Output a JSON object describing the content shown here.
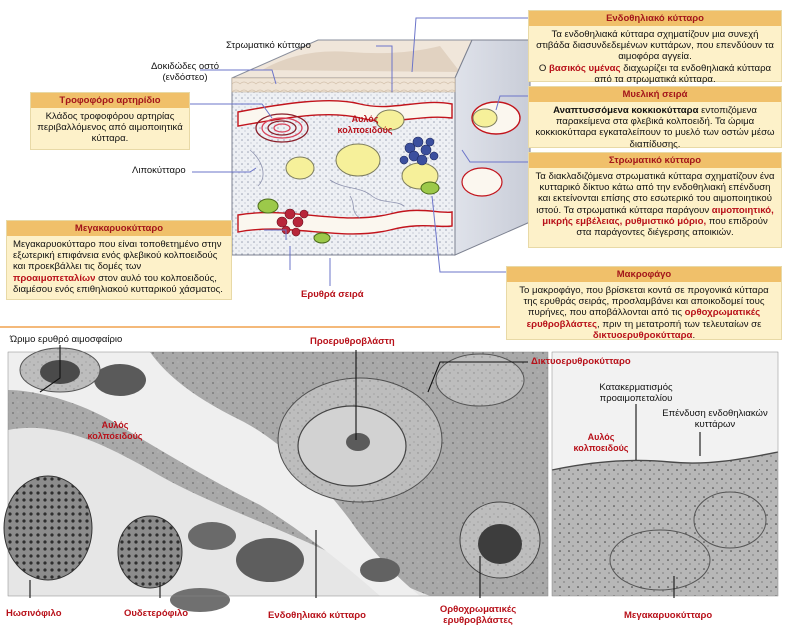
{
  "diagram": {
    "labels": {
      "trabecular_bone": [
        "Δοκιδώδες οστό",
        "(ενδόστεο)"
      ],
      "stromal_cell": "Στρωματικό κύτταρο",
      "lipocyte": "Λιποκύτταρο",
      "sinus_lumen": [
        "Αυλός",
        "κολποειδούς"
      ],
      "erythroid_series": "Ερυθρά σειρά"
    },
    "boxes": {
      "nutrient_arteriole": {
        "title": "Τροφοφόρο αρτηρίδιο",
        "body": "Κλάδος τροφοφόρου αρτηρίας περιβαλλόμενος από αιμοποιητικά κύτταρα."
      },
      "megakaryocyte": {
        "title": "Μεγακαρυοκύτταρο",
        "body_1": "Μεγακαρυοκύτταρο που είναι τοποθετημένο στην εξωτερική επιφάνεια ενός φλεβικού κολποειδούς και προεκβάλλει τις δομές των ",
        "hl_1": "προαιμοπεταλίων",
        "body_2": " στον αυλό του κολποειδούς, διαμέσου ενός επιθηλιακού κυτταρικού χάσματος."
      },
      "endothelial": {
        "title": "Ενδοθηλιακό κύτταρο",
        "body_1": "Τα ενδοθηλιακά κύτταρα σχηματίζουν μια συνεχή στιβάδα διασυνδεδεμένων κυττάρων, που επενδύουν τα αιμοφόρα αγγεία.",
        "body_2": "Ο ",
        "hl_1": "βασικός υμένας",
        "body_3": " διαχωρίζει τα ενδοθηλιακά κύτταρα από τα στρωματικά κύτταρα."
      },
      "myeloid": {
        "title": "Μυελική σειρά",
        "bold_1": "Αναπτυσσόμενα κοκκιοκύτταρα",
        "body_1": " εντοπιζόμενα παρακείμενα στα φλεβικά κολποειδή. Τα ώριμα κοκκιοκύτταρα εγκαταλείπουν το μυελό των οστών μέσω διαπίδυσης."
      },
      "stromal": {
        "title": "Στρωματικό κύτταρο",
        "body_1": "Τα διακλαδιζόμενα στρωματικά κύτταρα σχηματίζουν ένα κυτταρικό δίκτυο κάτω από την ενδοθηλιακή επένδυση και εκτείνονται επίσης στο εσωτερικό του αιμοποιητικού ιστού. Τα στρωματικά κύτταρα παράγουν ",
        "hl_1": "αιμοποιητικό, μικρής εμβέλειας, ρυθμιστικό μόριο,",
        "body_2": " που επιδρούν στα παράγοντες διέγερσης αποικιών."
      },
      "macrophage": {
        "title": "Μακροφάγο",
        "body_1": "Το μακροφάγο, που βρίσκεται κοντά σε προγονικά κύτταρα της ερυθράς σειράς, προσλαμβάνει και αποικοδομεί τους πυρήνες, που αποβάλλονται από τις ",
        "hl_1": "ορθοχρωματικές ερυθροβλάστες",
        "body_2": ", πριν τη μετατροπή των τελευταίων σε ",
        "hl_2": "δικτυοερυθροκύτταρα",
        "body_3": "."
      }
    }
  },
  "micrograph": {
    "labels": {
      "mature_rbc": "Ώριμο ερυθρό αιμοσφαίριο",
      "proerythroblast": "Προερυθροβλάστη",
      "reticulocyte": "Δικτυοερυθροκύτταρο",
      "sinus_lumen_left": [
        "Αυλός",
        "κολποειδούς"
      ],
      "eosinophil": "Ηωσινόφιλο",
      "neutrophil": "Ουδετερόφιλο",
      "endothelial_cell": "Ενδοθηλιακό κύτταρο",
      "orthochromatic": [
        "Ορθοχρωματικές",
        "ερυθροβλάστες"
      ],
      "proplatelet_fragmentation": [
        "Κατακερματισμός",
        "προαιμοπεταλίου"
      ],
      "endothelial_lining": [
        "Επένδυση ενδοθηλιακών",
        "κυττάρων"
      ],
      "sinus_lumen_right": [
        "Αυλός",
        "κολποειδούς"
      ],
      "megakaryocyte": "Μεγακαρυοκύτταρο"
    }
  },
  "colors": {
    "box_bg": "#fdf1c9",
    "box_title_bg": "#f0c06a",
    "accent_red": "#b8111a",
    "pointer_blue": "#6b74c9"
  }
}
